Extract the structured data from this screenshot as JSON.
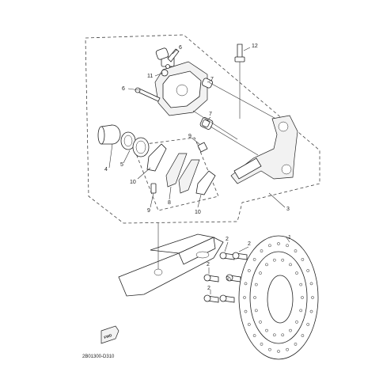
{
  "callouts": {
    "c1": "1",
    "c2a": "2",
    "c2b": "2",
    "c2c": "2",
    "c2d": "2",
    "c2e": "2",
    "c3": "3",
    "c4": "4",
    "c5": "5",
    "c6a": "6",
    "c6b": "6",
    "c7a": "7",
    "c7b": "7",
    "c8": "8",
    "c9a": "9",
    "c9b": "9",
    "c10a": "10",
    "c10b": "10",
    "c11": "11",
    "c12": "12"
  },
  "fwd_label": "FWD",
  "diagram_code": "2B01300-D310"
}
